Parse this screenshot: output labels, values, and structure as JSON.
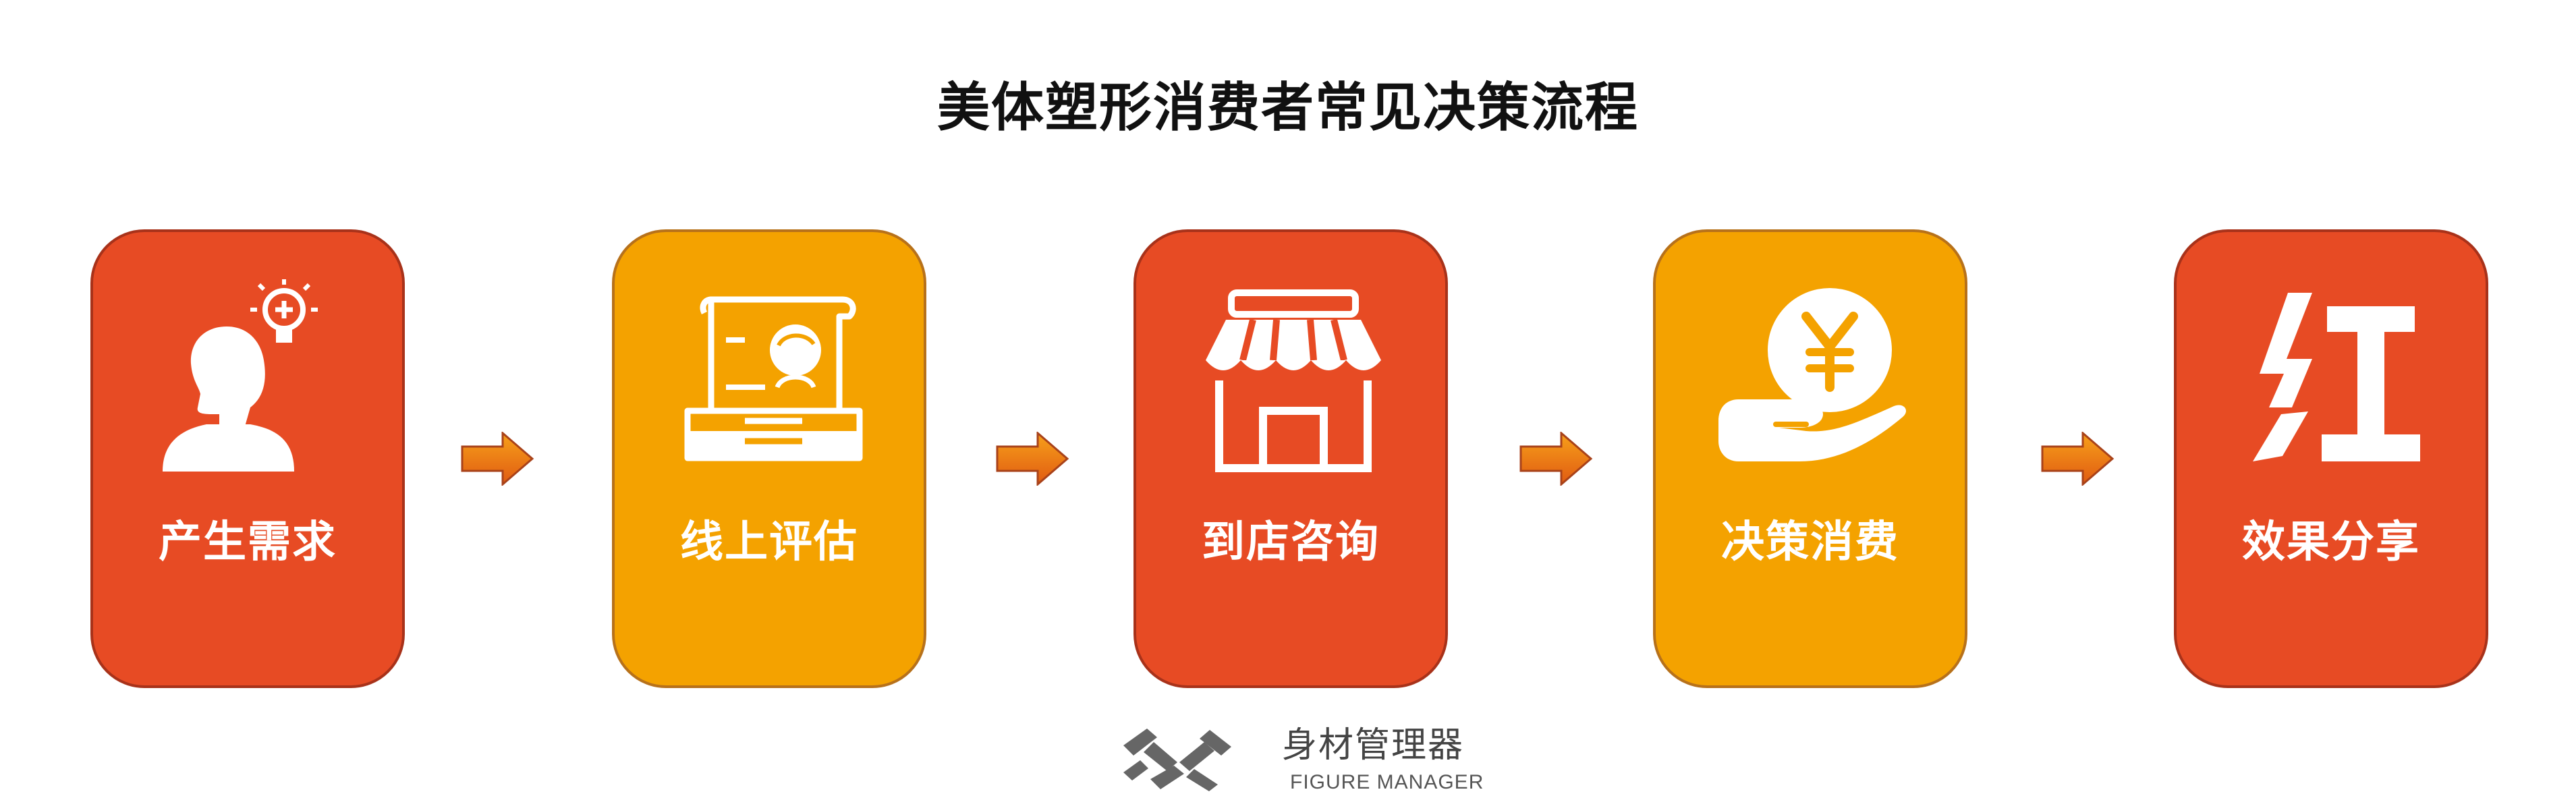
{
  "title": "美体塑形消费者常见决策流程",
  "steps": [
    {
      "label": "产生需求",
      "icon": "person-idea-icon",
      "color": "#e74b24"
    },
    {
      "label": "线上评估",
      "icon": "profile-document-icon",
      "color": "#f4a200"
    },
    {
      "label": "到店咨询",
      "icon": "store-icon",
      "color": "#e74b24"
    },
    {
      "label": "决策消费",
      "icon": "yuan-coin-hand-icon",
      "color": "#f4a200"
    },
    {
      "label": "效果分享",
      "icon": "red-character-icon",
      "color": "#e74b24"
    }
  ],
  "brand": {
    "name": "身材管理器",
    "subtitle": "FIGURE MANAGER"
  }
}
